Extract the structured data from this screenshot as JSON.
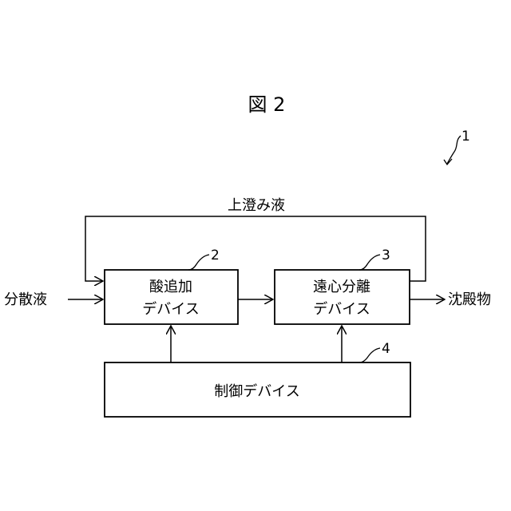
{
  "figure": {
    "title": "図 2",
    "system_ref": "1"
  },
  "blocks": {
    "acid": {
      "line1": "酸追加",
      "line2": "デバイス",
      "ref": "2"
    },
    "centrifuge": {
      "line1": "遠心分離",
      "line2": "デバイス",
      "ref": "3"
    },
    "control": {
      "label": "制御デバイス",
      "ref": "4"
    }
  },
  "flows": {
    "input": "分散液",
    "output": "沈殿物",
    "supernatant": "上澄み液"
  }
}
